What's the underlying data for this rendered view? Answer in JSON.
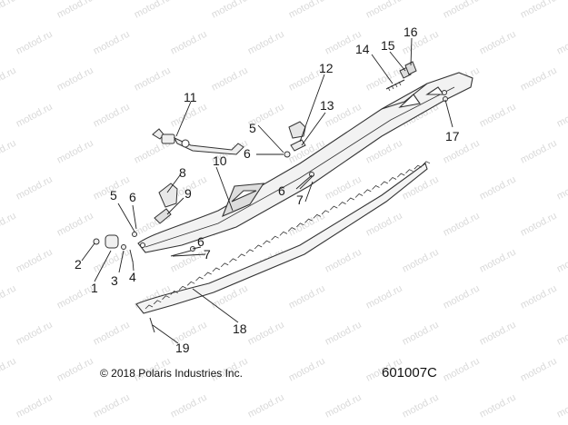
{
  "watermark": "motod.ru",
  "callouts": [
    "1",
    "2",
    "3",
    "4",
    "5",
    "5",
    "6",
    "6",
    "6",
    "6",
    "7",
    "7",
    "8",
    "9",
    "10",
    "11",
    "12",
    "13",
    "14",
    "15",
    "16",
    "17",
    "18",
    "19"
  ],
  "footer": {
    "copyright": "© 2018 Polaris Industries Inc.",
    "part_number": "601007C"
  }
}
